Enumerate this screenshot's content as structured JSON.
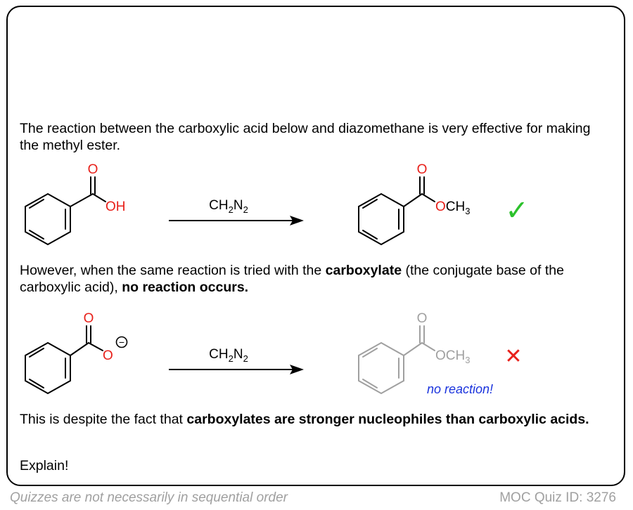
{
  "intro": "The reaction between the carboxylic acid below and diazomethane is very effective for making the methyl ester.",
  "reaction1": {
    "reactant_labels": {
      "carbonyl_o": "O",
      "hydroxyl": "OH"
    },
    "reagent": {
      "main": "CH",
      "sub1": "2",
      "mid": "N",
      "sub2": "2"
    },
    "product_labels": {
      "carbonyl_o": "O",
      "ester_o": "O",
      "methyl_main": "CH",
      "methyl_sub": "3"
    },
    "result_mark": "✓"
  },
  "paragraph2": {
    "t1": "However, when the same reaction is tried with the ",
    "b1": "carboxylate",
    "t2": " (the conjugate base of the carboxylic acid), ",
    "b2": "no reaction occurs."
  },
  "reaction2": {
    "reactant_labels": {
      "carbonyl_o": "O",
      "anion_o": "O",
      "charge": "−"
    },
    "reagent": {
      "main": "CH",
      "sub1": "2",
      "mid": "N",
      "sub2": "2"
    },
    "product_labels": {
      "carbonyl_o": "O",
      "ester_o": "O",
      "methyl_main": "CH",
      "methyl_sub": "3"
    },
    "result_mark": "✕",
    "note": "no reaction!"
  },
  "paragraph3": {
    "t1": "This is despite the fact that ",
    "b1": "carboxylates are stronger nucleophiles than carboxylic acids."
  },
  "prompt": "Explain!",
  "footer": {
    "left": "Quizzes are not necessarily in sequential order",
    "right": "MOC Quiz ID: 3276"
  },
  "colors": {
    "oxygen": "#e8201a",
    "check": "#2cc12c",
    "cross": "#e8201a",
    "note": "#1a33dd",
    "faded": "#a0a0a0",
    "footer": "#a0a0a0"
  }
}
